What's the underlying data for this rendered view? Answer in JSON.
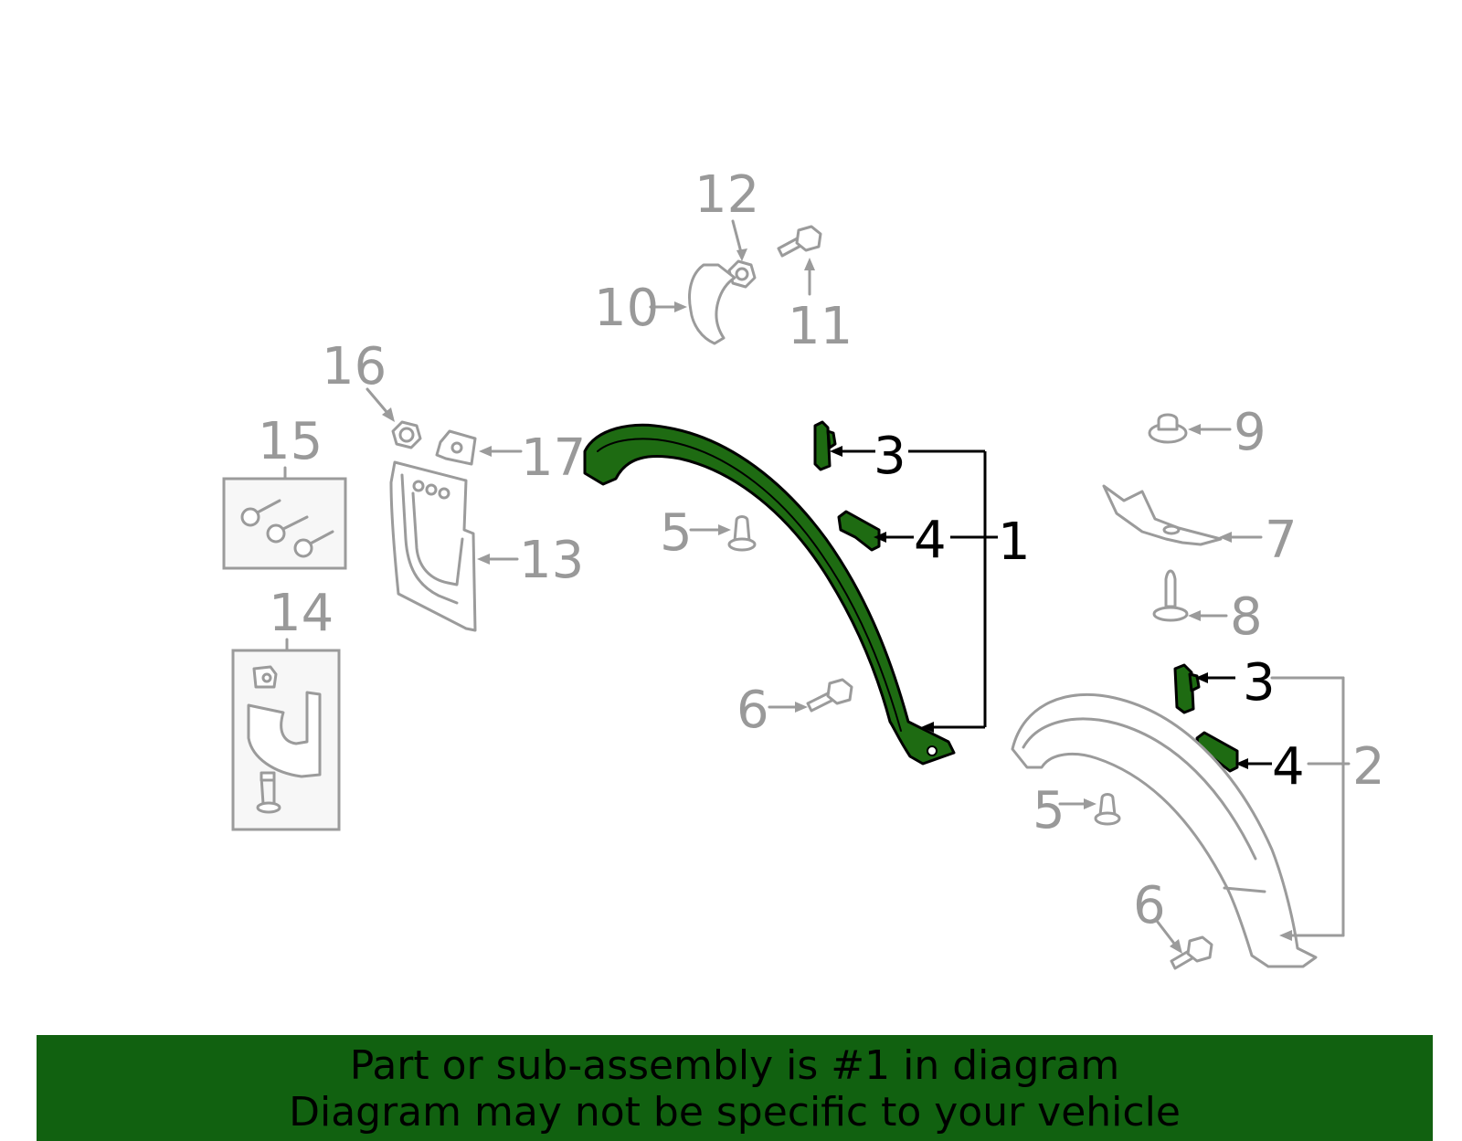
{
  "callouts": {
    "c1": "1",
    "c2": "2",
    "c3a": "3",
    "c3b": "3",
    "c4a": "4",
    "c4b": "4",
    "c5a": "5",
    "c5b": "5",
    "c6a": "6",
    "c6b": "6",
    "c7": "7",
    "c8": "8",
    "c9": "9",
    "c10": "10",
    "c11": "11",
    "c12": "12",
    "c13": "13",
    "c14": "14",
    "c15": "15",
    "c16": "16",
    "c17": "17"
  },
  "colors": {
    "highlight_part": "#1e6b12",
    "banner_background": "#116110",
    "part_outline_gray": "#9b9b9b",
    "callout_gray": "#999999",
    "callout_black": "#000000"
  },
  "banner": {
    "line1": "Part or sub-assembly is #1 in diagram",
    "line2": "Diagram may not be specific to your vehicle"
  }
}
